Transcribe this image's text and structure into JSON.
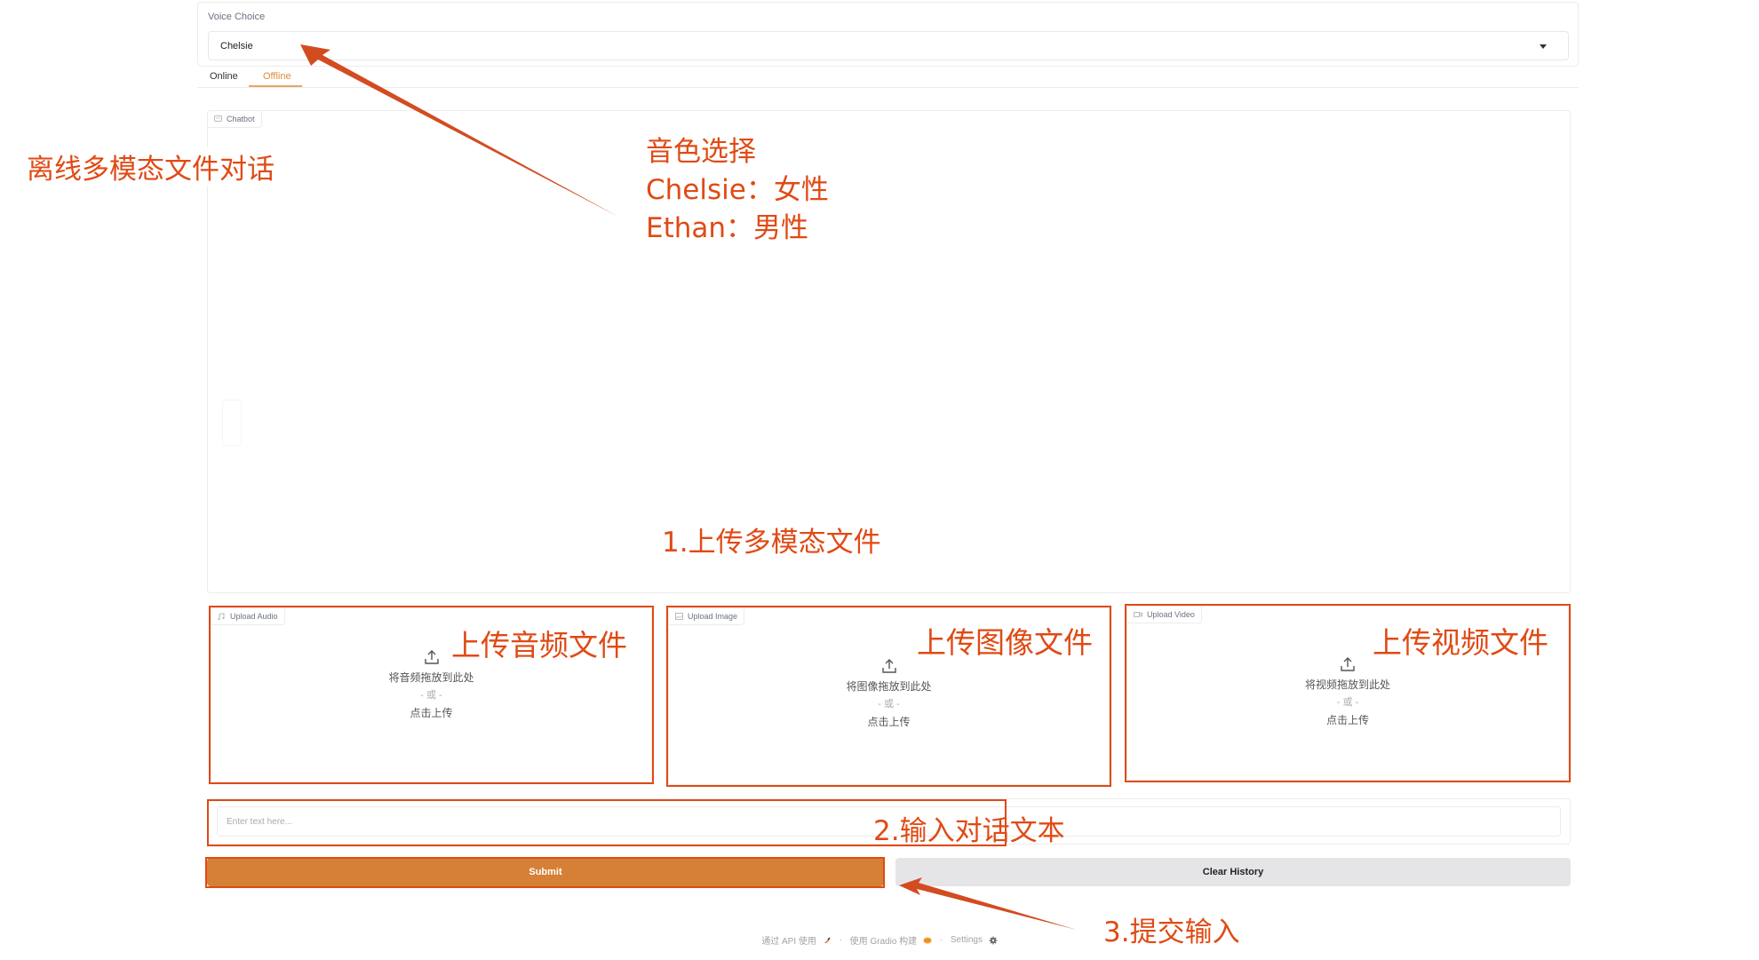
{
  "voice_choice": {
    "label": "Voice Choice",
    "selected": "Chelsie"
  },
  "tabs": [
    {
      "label": "Online",
      "active": false
    },
    {
      "label": "Offline",
      "active": true
    }
  ],
  "chatbot": {
    "label": "Chatbot"
  },
  "uploads": {
    "audio": {
      "label": "Upload Audio",
      "drop_text": "将音频拖放到此处",
      "or_text": "- 或 -",
      "click_text": "点击上传"
    },
    "image": {
      "label": "Upload Image",
      "drop_text": "将图像拖放到此处",
      "or_text": "- 或 -",
      "click_text": "点击上传"
    },
    "video": {
      "label": "Upload Video",
      "drop_text": "将视频拖放到此处",
      "or_text": "- 或 -",
      "click_text": "点击上传"
    }
  },
  "text_input": {
    "placeholder": "Enter text here...",
    "value": ""
  },
  "buttons": {
    "submit": "Submit",
    "clear_history": "Clear History"
  },
  "footer": {
    "api": "通过 API 使用",
    "built_with": "使用 Gradio 构建",
    "settings": "Settings",
    "separator": "·"
  },
  "annotations": {
    "offline": "离线多模态文件对话",
    "voice_title": "音色选择",
    "voice_chelsie": "Chelsie：女性",
    "voice_ethan": "Ethan：男性",
    "step1": "1.上传多模态文件",
    "audio": "上传音频文件",
    "image": "上传图像文件",
    "video": "上传视频文件",
    "step2": "2.输入对话文本",
    "step3": "3.提交输入"
  },
  "colors": {
    "accent": "#d58036",
    "annotation": "#e04a14",
    "tab_active": "#e08a3c",
    "clear_button": "#e5e5e7"
  }
}
